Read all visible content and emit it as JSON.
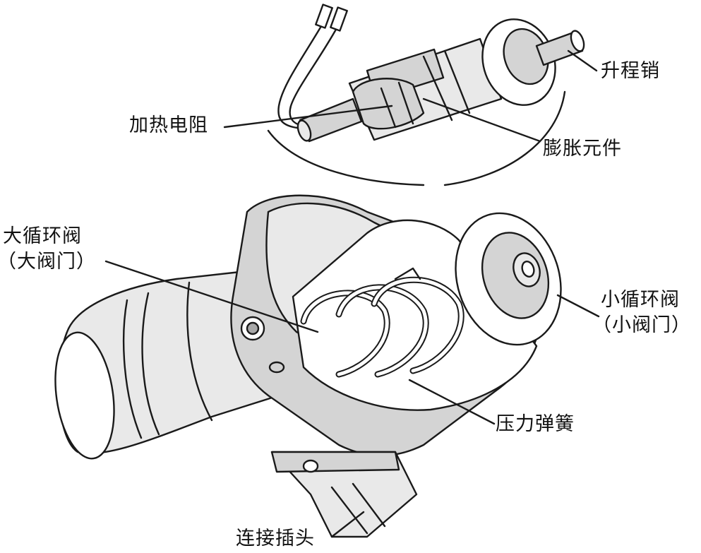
{
  "labels": {
    "lift_pin": "升程销",
    "heating_resistor": "加热电阻",
    "expansion_element": "膨胀元件",
    "large_valve_line1": "大循环阀",
    "large_valve_line2": "（大阀门）",
    "small_valve_line1": "小循环阀",
    "small_valve_line2": "（小阀门）",
    "pressure_spring": "压力弹簧",
    "connector_plug": "连接插头"
  },
  "colors": {
    "ink": "#1a1a1a",
    "metal_fill": "#d4d4d4",
    "light_fill": "#e9e9e9",
    "background": "#ffffff"
  }
}
